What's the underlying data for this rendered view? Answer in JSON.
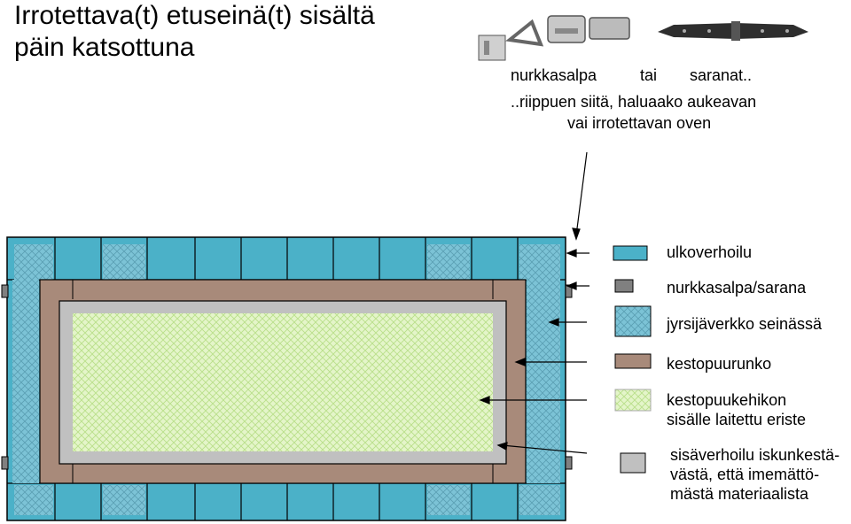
{
  "title_line1": "Irrotettava(t) etuseinä(t) sisältä",
  "title_line2": "päin katsottuna",
  "hardware": {
    "latch_label": "nurkkasalpa",
    "or_label": "tai",
    "hinges_label": "saranat..",
    "note_line1": "..riippuen siitä, haluaako aukeavan",
    "note_line2": "vai irrotettavan oven"
  },
  "legend": [
    {
      "label": "ulkoverhoilu",
      "color": "#4bb1c8"
    },
    {
      "label": "nurkkasalpa/sarana",
      "color": "#808080"
    },
    {
      "label": "jyrsijäverkko seinässä",
      "color": "#7cc3d6"
    },
    {
      "label": "kestopuurunko",
      "color": "#a88a7a"
    },
    {
      "label_lines": [
        "kestopuukehikon",
        "sisälle laitettu eriste"
      ],
      "color": "#d9f0b8"
    },
    {
      "label_lines": [
        "sisäverhoilu iskunkestä-",
        "västä, että imemättö-",
        "mästä materiaalista"
      ],
      "color": "#c0c0c0"
    }
  ]
}
